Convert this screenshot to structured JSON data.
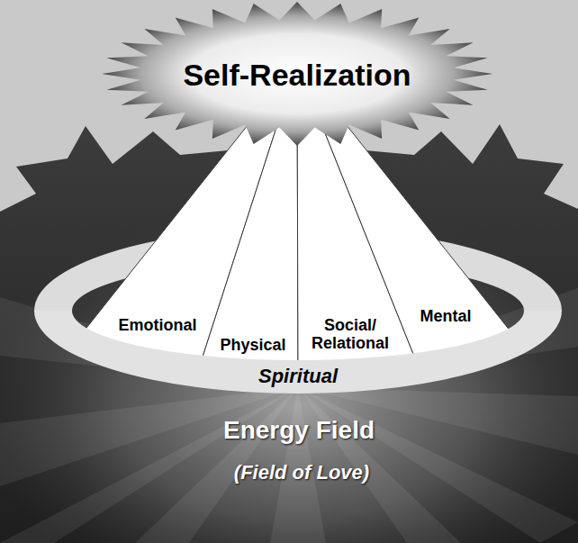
{
  "diagram": {
    "nodes": [
      {
        "text": [
          "Self-Realization"
        ]
      },
      {
        "text": [
          "Emotional"
        ]
      },
      {
        "text": [
          "Physical"
        ]
      },
      {
        "text": [
          "Social/ Relational"
        ]
      },
      {
        "text": [
          "Mental"
        ]
      },
      {
        "text": [
          "Spiritual"
        ]
      }
    ],
    "labels": [
      "Energy Field",
      "(Field of Love)"
    ]
  }
}
